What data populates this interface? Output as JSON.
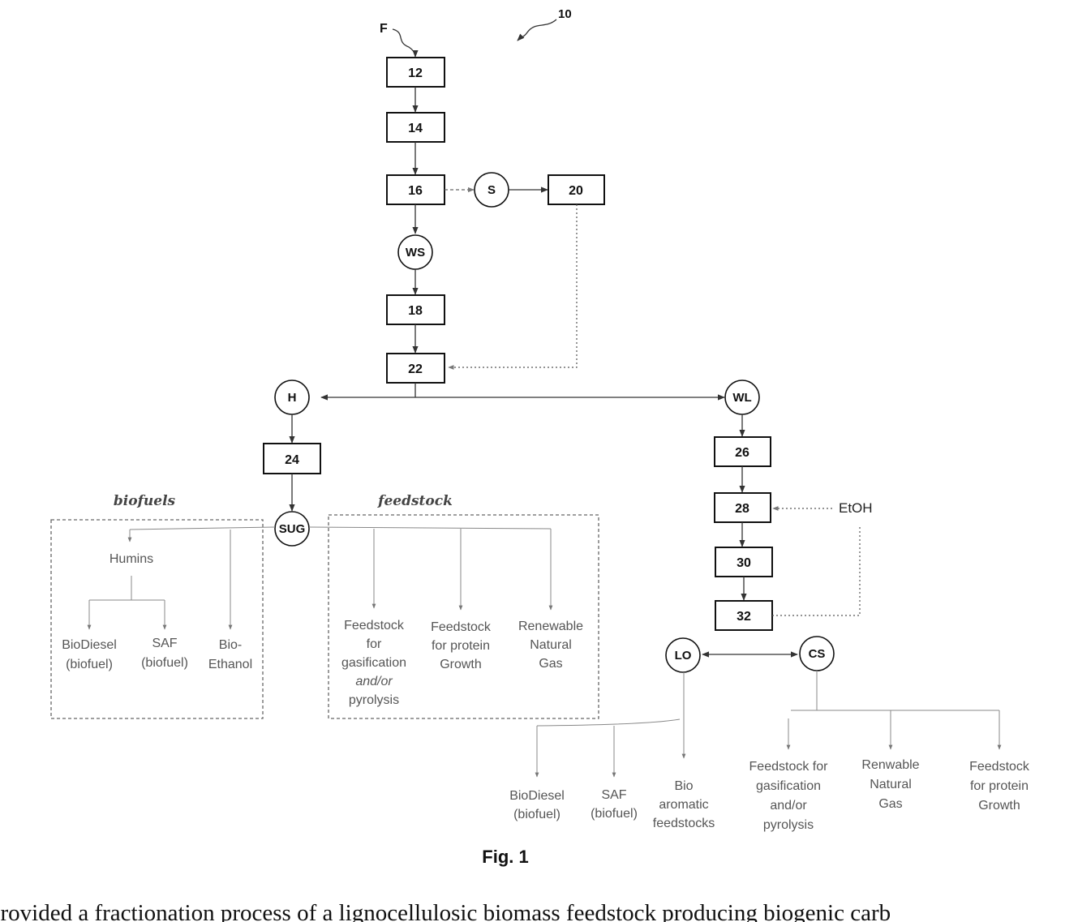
{
  "figure": {
    "ref_number": "10",
    "feed_label": "F",
    "caption": "Fig. 1",
    "boxes": {
      "b12": "12",
      "b14": "14",
      "b16": "16",
      "b18": "18",
      "b20": "20",
      "b22": "22",
      "b24": "24",
      "b26": "26",
      "b28": "28",
      "b30": "30",
      "b32": "32"
    },
    "nodes": {
      "S": "S",
      "WS": "WS",
      "H": "H",
      "WL": "WL",
      "SUG": "SUG",
      "LO": "LO",
      "CS": "CS"
    },
    "etoh": "EtOH",
    "biofuels_group": {
      "title": "biofuels",
      "humins": "Humins",
      "biodiesel": [
        "BioDiesel",
        "(biofuel)"
      ],
      "saf": [
        "SAF",
        "(biofuel)"
      ],
      "bioethanol": [
        "Bio-",
        "Ethanol"
      ]
    },
    "feedstock_group": {
      "title": "feedstock",
      "gasification": [
        "Feedstock",
        "for",
        "gasification",
        "and/or",
        "pyrolysis"
      ],
      "protein": [
        "Feedstock",
        "for protein",
        "Growth"
      ],
      "rng": [
        "Renewable",
        "Natural",
        "Gas"
      ]
    },
    "lo_outputs": {
      "biodiesel": [
        "BioDiesel",
        "(biofuel)"
      ],
      "saf": [
        "SAF",
        "(biofuel)"
      ],
      "bioaromatic": [
        "Bio",
        "aromatic",
        "feedstocks"
      ]
    },
    "cs_outputs": {
      "gasification": [
        "Feedstock for",
        "gasification",
        "and/or",
        "pyrolysis"
      ],
      "rng": [
        "Renwable",
        "Natural",
        "Gas"
      ],
      "protein": [
        "Feedstock",
        "for protein",
        "Growth"
      ]
    }
  },
  "body_text": "provided a fractionation process of a lignocellulosic biomass feedstock producing biogenic carb"
}
